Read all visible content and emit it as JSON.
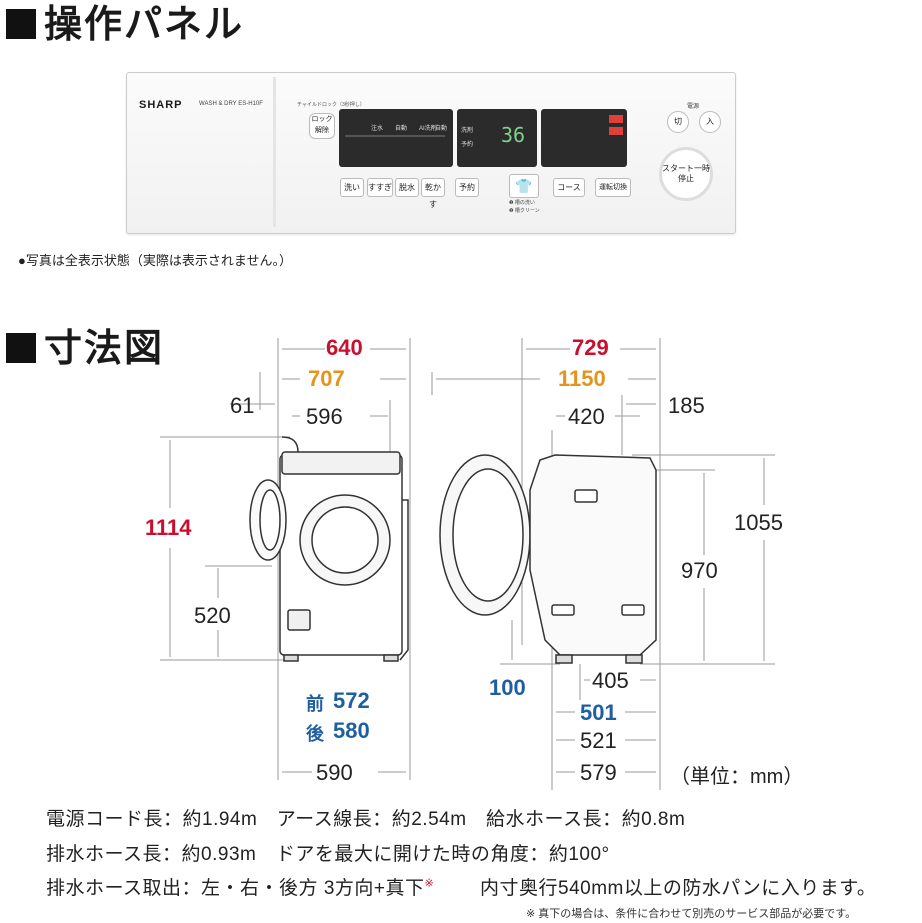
{
  "headings": {
    "panel": "操作パネル",
    "dimensions": "寸法図"
  },
  "panel_note": "●写真は全表示状態（実際は表示されません。）",
  "panel": {
    "brand": "SHARP",
    "model": "WASH & DRY ES-H10F",
    "child_lock": "チャイルドロック（3秒押し）",
    "lock_button": "ロック解除",
    "table_headers": [
      "注水",
      "自動",
      "AI洗剤",
      "自動"
    ],
    "display_digits": "36",
    "wash_label": "洗剤",
    "reserve_label": "予約",
    "wash_buttons": [
      "洗い",
      "すすぎ",
      "脱水",
      "乾かす",
      "予約"
    ],
    "center_button_notes": [
      "❶ 槽の洗い",
      "❷ 槽クリーン"
    ],
    "course_button": "コース",
    "mode_button": "運転切換",
    "power_label": "電源",
    "off_button": "切",
    "on_button": "入",
    "start_button": "スタート一時停止",
    "colors": {
      "lcd": "#2b2b2b",
      "lcd_red": "#e0403a",
      "lcd_green": "#7fd08a"
    }
  },
  "dimensions": {
    "front": {
      "width_640": "640",
      "width_707": "707",
      "offset_61": "61",
      "width_596": "596",
      "height_1114": "1114",
      "height_520": "520",
      "front_label": "前",
      "front_value": "572",
      "back_label": "後",
      "back_value": "580",
      "base_590": "590"
    },
    "side": {
      "depth_729": "729",
      "depth_1150": "1150",
      "depth_420": "420",
      "depth_185": "185",
      "height_1055": "1055",
      "height_970": "970",
      "height_100": "100",
      "depth_405": "405",
      "depth_501": "501",
      "depth_521": "521",
      "depth_579": "579"
    },
    "unit": "（単位：mm）",
    "colors": {
      "red": "#c8102e",
      "orange": "#e3941c",
      "blue": "#1f5fa0"
    }
  },
  "specs": [
    "電源コード長：約1.94m　アース線長：約2.54m　給水ホース長：約0.8m",
    "排水ホース長：約0.93m　ドアを最大に開けた時の角度：約100°",
    "排水ホース取出：左・右・後方 3方向+真下",
    "内寸奥行540mm以上の防水パンに入ります。"
  ],
  "spec_mark": "※",
  "footnote": "※ 真下の場合は、条件に合わせて別売のサービス部品が必要です。"
}
